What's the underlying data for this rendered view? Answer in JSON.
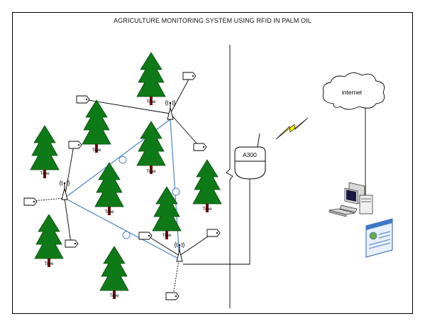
{
  "diagram": {
    "title": "AGRICULTURE MONITORING SYSTEM USING RFID IN PALM OIL",
    "tree_label": "Tree",
    "reader_label": "A300",
    "cloud_label": "internet",
    "colors": {
      "tree_green": "#0e7a17",
      "trunk_brown": "#6b0f0f",
      "mesh_blue": "#4a86c8",
      "bolt_yellow": "#f3f300",
      "line_black": "#000000"
    }
  }
}
